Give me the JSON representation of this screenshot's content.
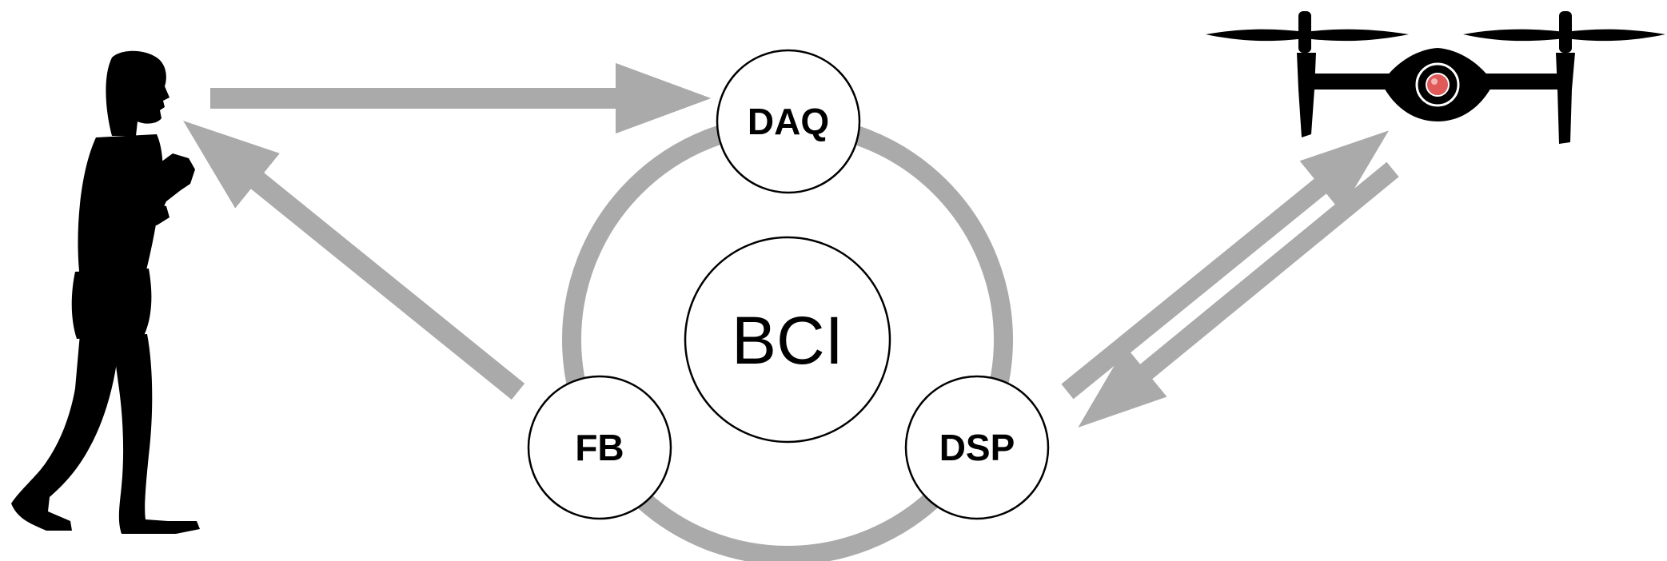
{
  "diagram": {
    "center": {
      "label": "BCI"
    },
    "nodes": {
      "daq": {
        "label": "DAQ"
      },
      "fb": {
        "label": "FB"
      },
      "dsp": {
        "label": "DSP"
      }
    },
    "colors": {
      "ring": "#aaaaaa",
      "arrow": "#aaaaaa",
      "node_fill": "#ffffff",
      "node_stroke": "#000000",
      "silhouette": "#000000",
      "drone_lens": "#e05a5a"
    },
    "icons": {
      "human": "person-walking-silhouette",
      "drone": "quadcopter-drone"
    }
  }
}
